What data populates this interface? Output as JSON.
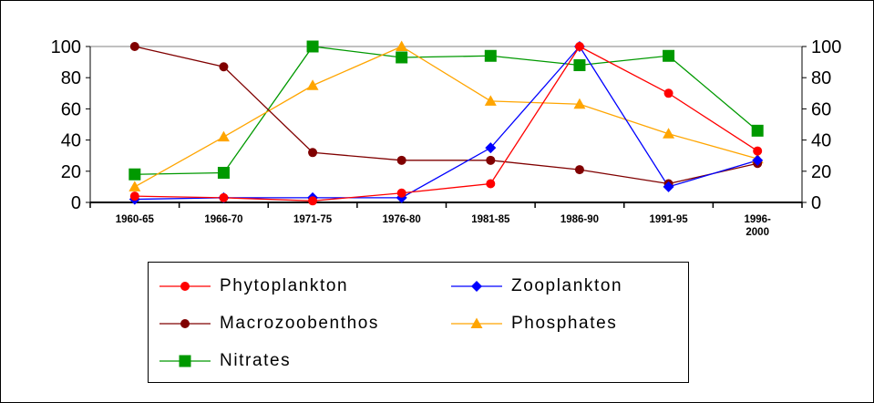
{
  "chart_data": {
    "type": "line",
    "categories": [
      "1960-65",
      "1966-70",
      "1971-75",
      "1976-80",
      "1981-85",
      "1986-90",
      "1991-95",
      "1996-2000"
    ],
    "category_display": [
      [
        "1960-65"
      ],
      [
        "1966-70"
      ],
      [
        "1971-75"
      ],
      [
        "1976-80"
      ],
      [
        "1981-85"
      ],
      [
        "1986-90"
      ],
      [
        "1991-95"
      ],
      [
        "1996-",
        "2000"
      ]
    ],
    "ylim": [
      0,
      100
    ],
    "yticks": [
      0,
      20,
      40,
      60,
      80,
      100
    ],
    "ytick_labels": [
      "0",
      "20",
      "40",
      "60",
      "80",
      "100"
    ],
    "secondary_ylim": [
      0,
      100
    ],
    "secondary_yticks": [
      0,
      20,
      40,
      60,
      80,
      100
    ],
    "secondary_ytick_labels": [
      "0",
      "20",
      "40",
      "60",
      "80",
      "100"
    ],
    "title": "",
    "xlabel": "",
    "ylabel": "",
    "grid": "horizontal line at 100 only",
    "legend_position": "bottom",
    "series": [
      {
        "name": "Phytoplankton",
        "color": "#ff0000",
        "marker": "circle",
        "values": [
          4,
          3,
          1,
          6,
          12,
          100,
          70,
          33
        ]
      },
      {
        "name": "Zooplankton",
        "color": "#0000ff",
        "marker": "diamond",
        "values": [
          2,
          3,
          3,
          3,
          35,
          100,
          10,
          27
        ]
      },
      {
        "name": "Macrozoobenthos",
        "color": "#800000",
        "marker": "circle",
        "values": [
          100,
          87,
          32,
          27,
          27,
          21,
          12,
          25
        ]
      },
      {
        "name": "Phosphates",
        "color": "#ffa500",
        "marker": "triangle",
        "values": [
          10,
          42,
          75,
          100,
          65,
          63,
          44,
          28
        ]
      },
      {
        "name": "Nitrates",
        "color": "#009900",
        "marker": "square",
        "values": [
          18,
          19,
          100,
          93,
          94,
          88,
          94,
          46
        ]
      }
    ]
  }
}
